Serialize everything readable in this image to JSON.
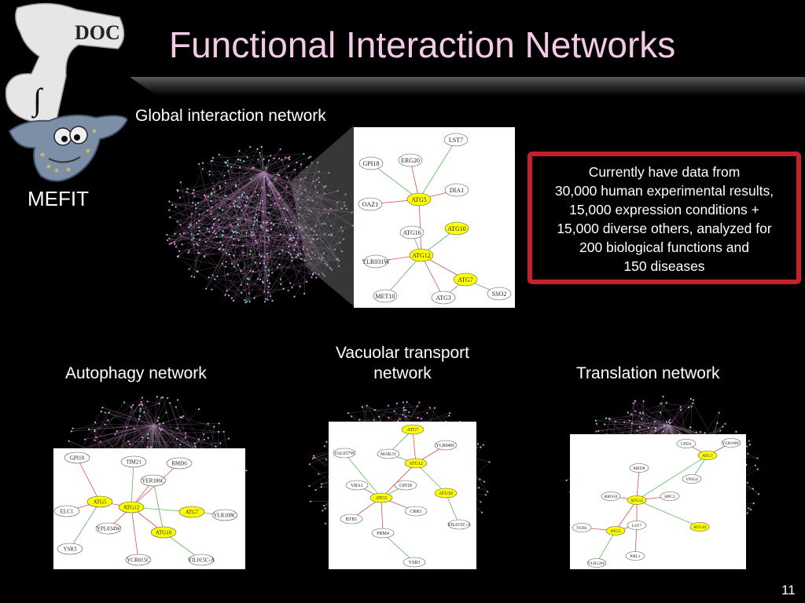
{
  "slide": {
    "title": "Functional Interaction Networks",
    "logo_text": "MEFIT",
    "page_number": "11",
    "colors": {
      "title": "#f4c9e6",
      "box_border": "#c8202a",
      "highlight_node": "#ffff00",
      "edge_red": "#d9534f",
      "edge_green": "#5cb85c"
    }
  },
  "captions": {
    "global": "Global interaction network",
    "autophagy": "Autophagy network",
    "vacuolar": "Vacuolar transport network",
    "translation": "Translation network"
  },
  "info_box": {
    "lines": [
      "Currently have data from",
      "30,000 human experimental results,",
      "15,000 expression conditions +",
      "15,000 diverse others, analyzed for",
      "200 biological functions and",
      "150 diseases"
    ]
  },
  "networks": {
    "global": [
      "LST7",
      "GPI18",
      "ERG20",
      "ATG5",
      "DIA1",
      "OAZ1",
      "ATG16",
      "ATG10",
      "ATG12",
      "YLR031W",
      "ATG7",
      "MET10",
      "ATG3",
      "SSO2"
    ],
    "autophagy": [
      "GPI18",
      "TIM21",
      "RMD6",
      "YER186C",
      "ATG5",
      "ATG12",
      "ATG7",
      "ELC1",
      "YLR108C",
      "YPL034W",
      "ATG10",
      "YSR3",
      "YCR015C",
      "YIL015C-A"
    ],
    "vacuolar": [
      "ATG7",
      "YAL037W",
      "MAK31",
      "YLR040C",
      "ATG12",
      "VBA1",
      "GPI18",
      "ATG10",
      "ATG5",
      "CRR1",
      "BTB1",
      "YIL015C-A",
      "PRM4",
      "YSR3"
    ],
    "translation": [
      "CPD1",
      "YLR108C",
      "ATG7",
      "MED8",
      "VPS54",
      "RRN10",
      "ATG12",
      "HPC2",
      "LST7",
      "YUR1",
      "ATG5",
      "ATG10",
      "PHL1",
      "YLR126C"
    ]
  }
}
